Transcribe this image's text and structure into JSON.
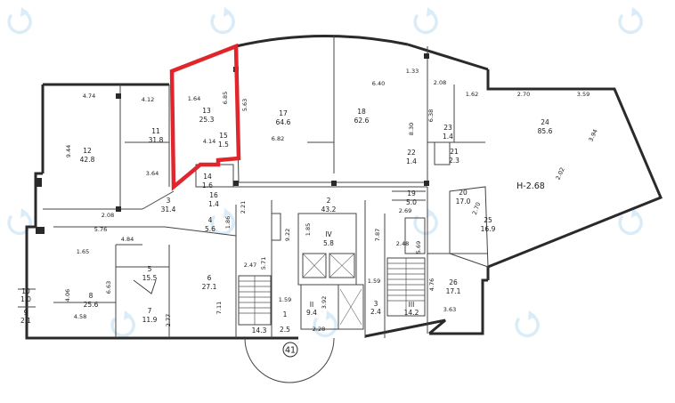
{
  "floor_label": "Н-2.68",
  "axis_marker": "41",
  "highlight_color": "#e0262c",
  "watermark_icon": "refresh-circle-icon",
  "rooms": [
    {
      "id": "r1",
      "num": "1",
      "area": "2.5"
    },
    {
      "id": "r2",
      "num": "2",
      "area": "43.2"
    },
    {
      "id": "r3",
      "num": "3",
      "area": "31.4"
    },
    {
      "id": "r3b",
      "num": "3",
      "area": "2.4"
    },
    {
      "id": "r4",
      "num": "4",
      "area": "5.6"
    },
    {
      "id": "r5",
      "num": "5",
      "area": "15.5"
    },
    {
      "id": "r6",
      "num": "6",
      "area": "27.1"
    },
    {
      "id": "r7",
      "num": "7",
      "area": "11.9"
    },
    {
      "id": "r8",
      "num": "8",
      "area": "25.6"
    },
    {
      "id": "r9",
      "num": "9",
      "area": "2.1"
    },
    {
      "id": "r10",
      "num": "10",
      "area": "1.0"
    },
    {
      "id": "r11",
      "num": "11",
      "area": "31.8"
    },
    {
      "id": "r12",
      "num": "12",
      "area": "42.8"
    },
    {
      "id": "r13",
      "num": "13",
      "area": "25.3"
    },
    {
      "id": "r14",
      "num": "14",
      "area": "1.6"
    },
    {
      "id": "r15",
      "num": "15",
      "area": "1.5"
    },
    {
      "id": "r16",
      "num": "16",
      "area": "1.4"
    },
    {
      "id": "r17",
      "num": "17",
      "area": "64.6"
    },
    {
      "id": "r18",
      "num": "18",
      "area": "62.6"
    },
    {
      "id": "r19",
      "num": "19",
      "area": "5.0"
    },
    {
      "id": "r20",
      "num": "20",
      "area": "17.0"
    },
    {
      "id": "r21",
      "num": "21",
      "area": "2.3"
    },
    {
      "id": "r22",
      "num": "22",
      "area": "1.4"
    },
    {
      "id": "r23",
      "num": "23",
      "area": "1.4"
    },
    {
      "id": "r24",
      "num": "24",
      "area": "85.6"
    },
    {
      "id": "r25",
      "num": "25",
      "area": "16.9"
    },
    {
      "id": "r26",
      "num": "26",
      "area": "17.1"
    },
    {
      "id": "rII",
      "num": "II",
      "area": "9.4"
    },
    {
      "id": "rIII",
      "num": "III",
      "area": "14.2"
    },
    {
      "id": "rIV",
      "num": "IV",
      "area": "5.8"
    },
    {
      "id": "rS1",
      "num": "",
      "area": "14.3"
    }
  ],
  "dimensions": [
    "4.74",
    "4.12",
    "1.64",
    "6.85",
    "5.63",
    "6.40",
    "1.33",
    "2.08",
    "1.62",
    "2.70",
    "3.59",
    "6.38",
    "8.30",
    "9.44",
    "3.64",
    "4.14",
    "6.82",
    "3.94",
    "2.02",
    "2.08",
    "2.21",
    "1.86",
    "9.22",
    "1.85",
    "7.87",
    "2.48",
    "2.69",
    "5.76",
    "4.84",
    "1.65",
    "2.47",
    "5.71",
    "1.59",
    "3.92",
    "1.59",
    "5.69",
    "2.70",
    "4.76",
    "3.63",
    "4.06",
    "6.63",
    "4.58",
    "2.77",
    "7.11",
    "2.28"
  ]
}
